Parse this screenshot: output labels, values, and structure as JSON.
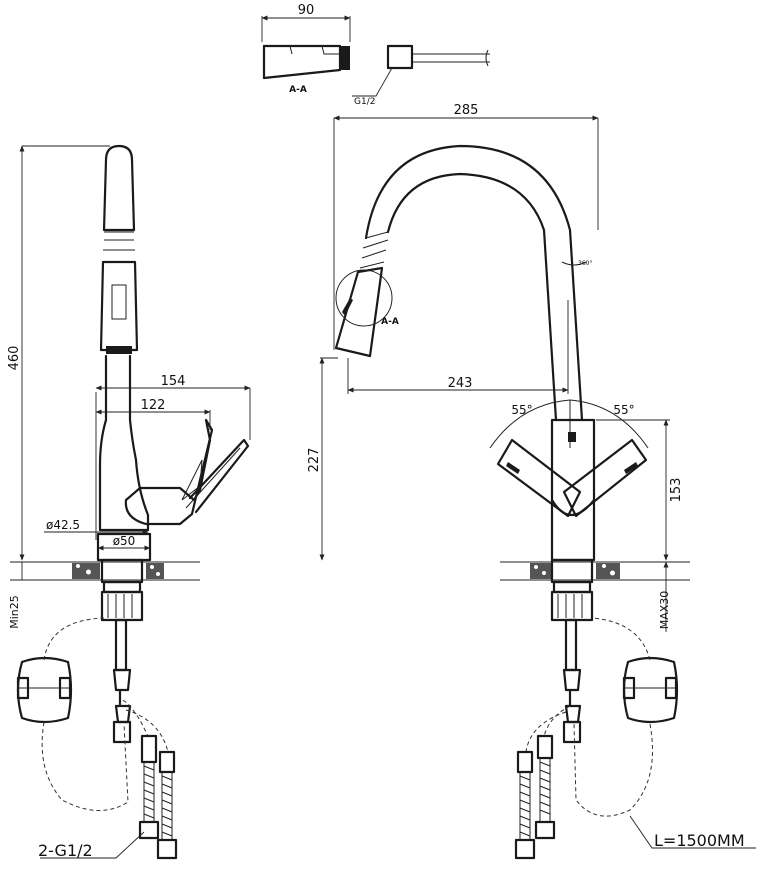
{
  "dimensions": {
    "top_width": "90",
    "section_label": "A-A",
    "thread_top": "G1/2",
    "total_height": "460",
    "spout_reach_outer": "154",
    "spout_reach_inner": "122",
    "body_diameter": "ø42.5",
    "base_diameter": "ø50",
    "min_deck": "Min25",
    "total_width": "285",
    "spout_reach": "243",
    "spout_height": "227",
    "handle_height": "153",
    "max_deck": "MAX30",
    "angle_left": "55°",
    "angle_right": "55°",
    "swivel_angle": "360°",
    "detail_label": "A-A",
    "hose_threads": "2-G1/2",
    "hose_length": "L=1500MM"
  }
}
